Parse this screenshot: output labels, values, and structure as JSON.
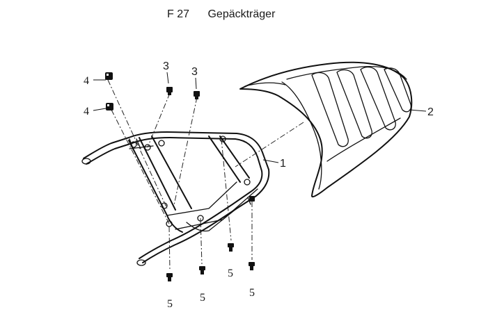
{
  "header": {
    "code": "F 27",
    "title": "Gepäckträger"
  },
  "callouts": {
    "frame": "1",
    "top_case_plate": "2",
    "bolt_left": "3",
    "bolt_right": "3",
    "nut_top": "4",
    "nut_lower": "4",
    "screw_a": "5",
    "screw_b": "5",
    "screw_c": "5",
    "screw_d": "5"
  },
  "colors": {
    "ink": "#111111",
    "background": "#ffffff"
  }
}
